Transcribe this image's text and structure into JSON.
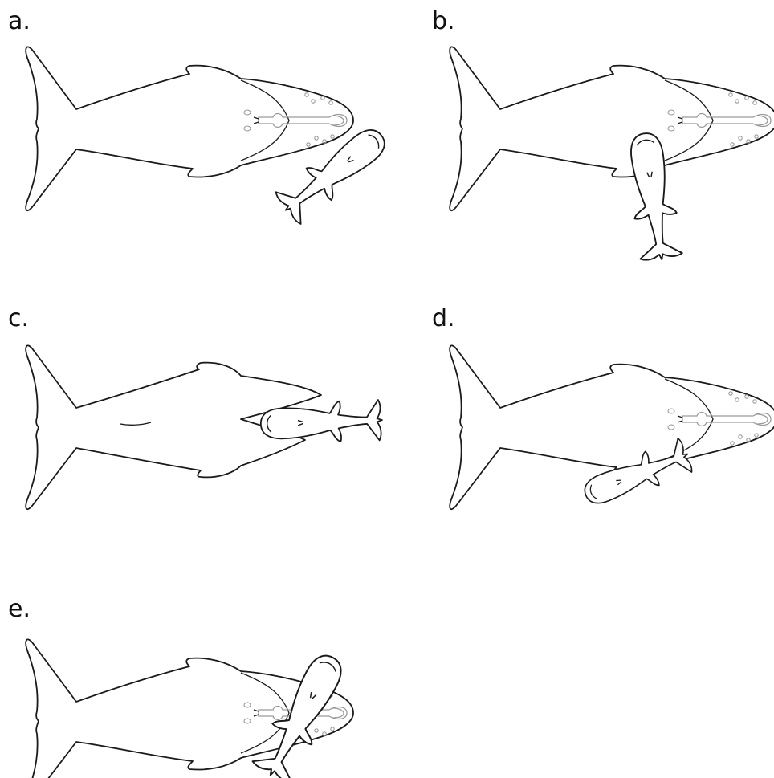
{
  "panels": [
    {
      "id": "a",
      "label": "a."
    },
    {
      "id": "b",
      "label": "b."
    },
    {
      "id": "c",
      "label": "c."
    },
    {
      "id": "d",
      "label": "d."
    },
    {
      "id": "e",
      "label": "e."
    }
  ],
  "colors": {
    "outline": "#1a1a1a",
    "detail": "#9a9a9a",
    "background": "#ffffff"
  }
}
